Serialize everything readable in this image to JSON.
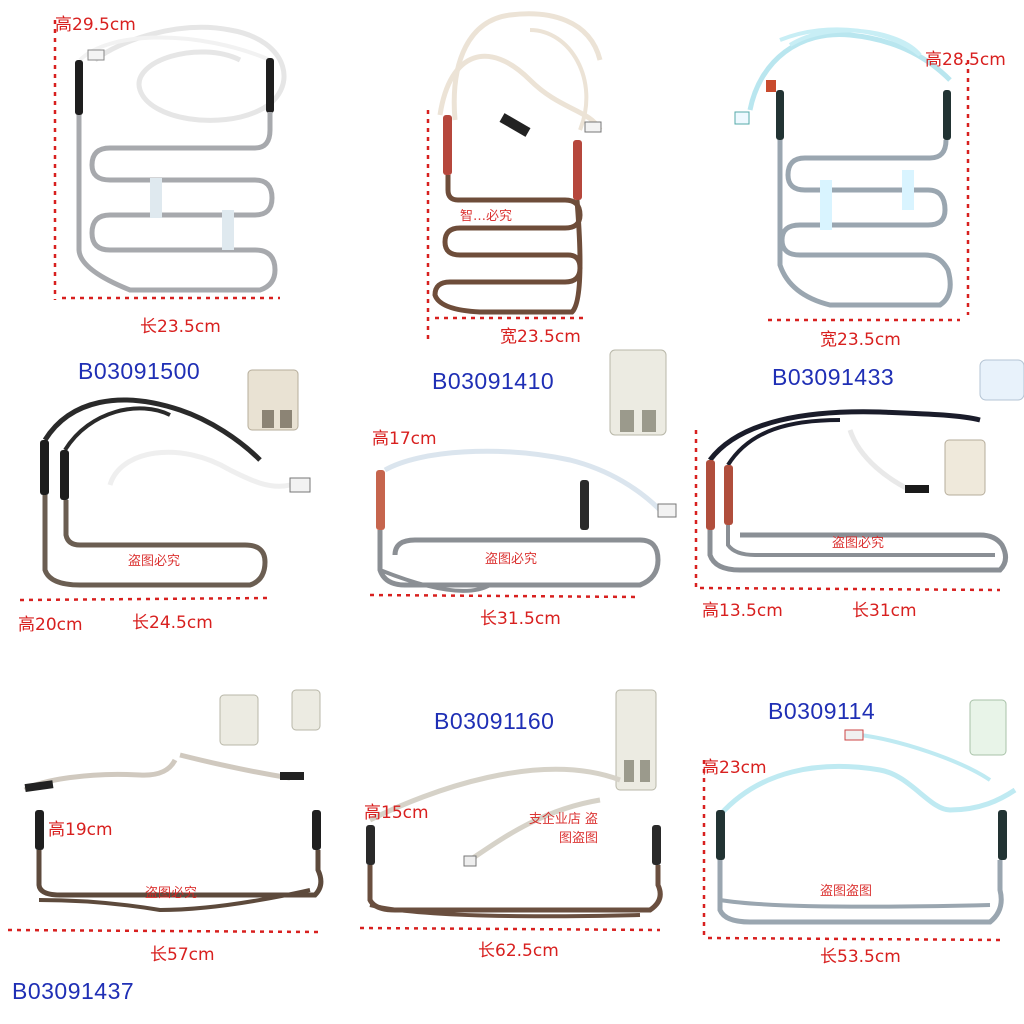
{
  "products": [
    {
      "id": "p1",
      "code": "",
      "dims": [
        "高29.5cm",
        "长23.5cm"
      ],
      "watermark": "",
      "wire_color": "#e8e8e8",
      "coil_color": "#a7a9ad"
    },
    {
      "id": "p2",
      "code": "",
      "dims": [
        "宽23.5cm"
      ],
      "watermark": "智…必究",
      "wire_color": "#efe6da",
      "coil_color": "#7a5a44"
    },
    {
      "id": "p3",
      "code": "",
      "dims": [
        "高28.5cm",
        "宽23.5cm"
      ],
      "watermark": "",
      "wire_color": "#bfeaf2",
      "coil_color": "#9aa6b0"
    },
    {
      "id": "p4",
      "code": "B03091500",
      "dims": [
        "高20cm",
        "长24.5cm"
      ],
      "watermark": "盗图必究",
      "wire_color": "#2a2a2a",
      "coil_color": "#6b5e52"
    },
    {
      "id": "p5",
      "code": "B03091410",
      "dims": [
        "高17cm",
        "长31.5cm"
      ],
      "watermark": "盗图必究",
      "wire_color": "#dde6ee",
      "coil_color": "#8b8f94"
    },
    {
      "id": "p6",
      "code": "B03091433",
      "dims": [
        "高13.5cm",
        "长31cm"
      ],
      "watermark": "盗图必究",
      "wire_color": "#1a1c2a",
      "coil_color": "#8a8f95"
    },
    {
      "id": "p7",
      "code": "B03091437",
      "dims": [
        "高19cm",
        "长57cm"
      ],
      "watermark": "盗图必究",
      "wire_color": "#d0c9bf",
      "coil_color": "#5d4a3c"
    },
    {
      "id": "p8",
      "code": "B03091160",
      "dims": [
        "高15cm",
        "长62.5cm"
      ],
      "watermark": "支企业店 盗图盗图",
      "wire_color": "#d6d2c8",
      "coil_color": "#6a4f3f"
    },
    {
      "id": "p9",
      "code": "B0309114",
      "dims": [
        "高23cm",
        "长53.5cm"
      ],
      "watermark": "盗图盗图",
      "wire_color": "#bfeaf2",
      "coil_color": "#9aa6b0"
    }
  ]
}
